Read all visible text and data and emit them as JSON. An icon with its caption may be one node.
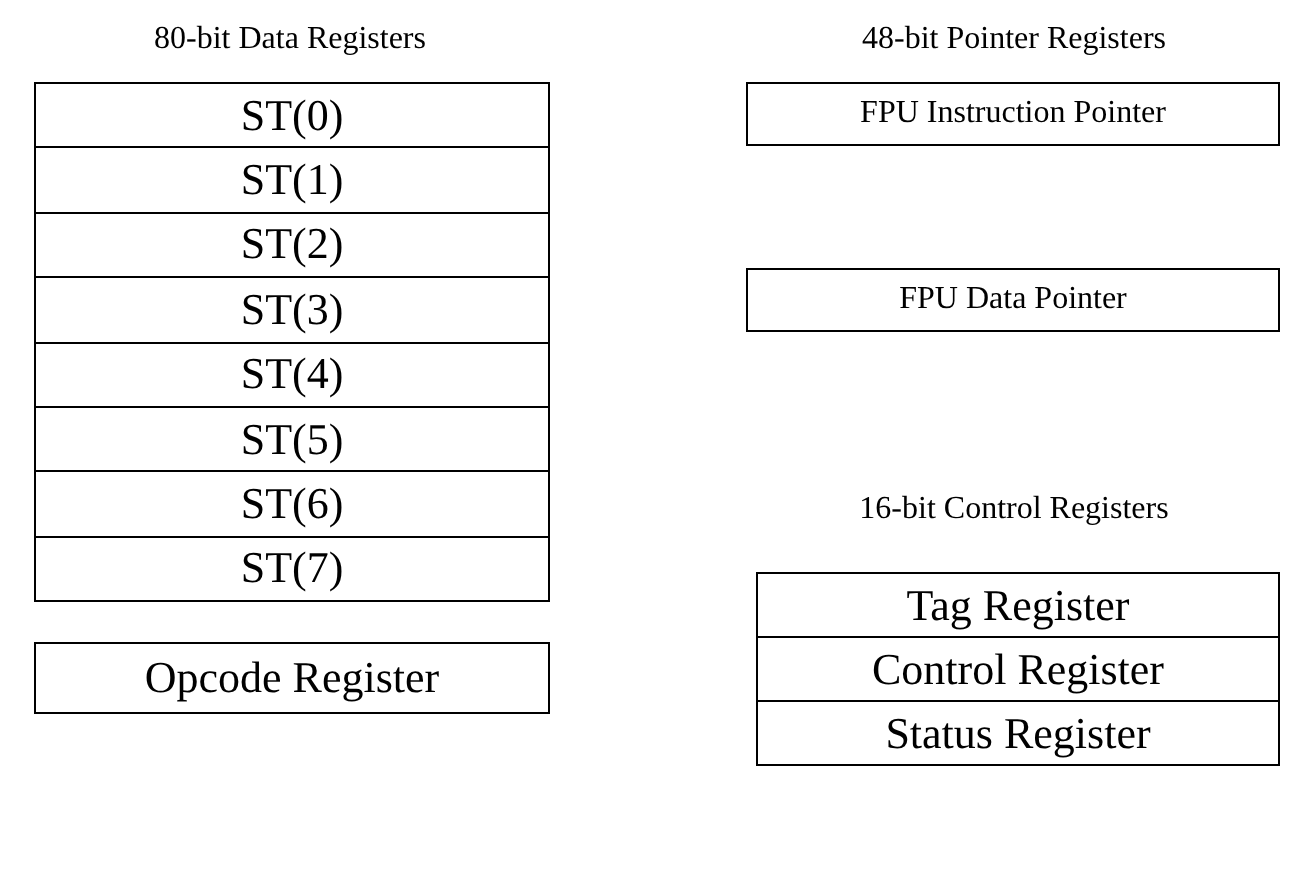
{
  "diagram": {
    "nodes": [
      {
        "text": [
          "ST(0)"
        ]
      },
      {
        "text": [
          "ST(1)"
        ]
      },
      {
        "text": [
          "ST(2)"
        ]
      },
      {
        "text": [
          "ST(3)"
        ]
      },
      {
        "text": [
          "ST(4)"
        ]
      },
      {
        "text": [
          "ST(5)"
        ]
      },
      {
        "text": [
          "ST(6)"
        ]
      },
      {
        "text": [
          "ST(7)"
        ]
      },
      {
        "text": [
          "Opcode Register"
        ]
      },
      {
        "text": [
          "FPU Instruction Pointer"
        ]
      },
      {
        "text": [
          "FPU Data Pointer"
        ]
      },
      {
        "text": [
          "Tag Register"
        ]
      },
      {
        "text": [
          "Control Register"
        ]
      },
      {
        "text": [
          "Status Register"
        ]
      }
    ],
    "edges": [],
    "labels": [
      "80-bit Data Registers",
      "48-bit Pointer Registers",
      "16-bit Control Registers"
    ]
  }
}
